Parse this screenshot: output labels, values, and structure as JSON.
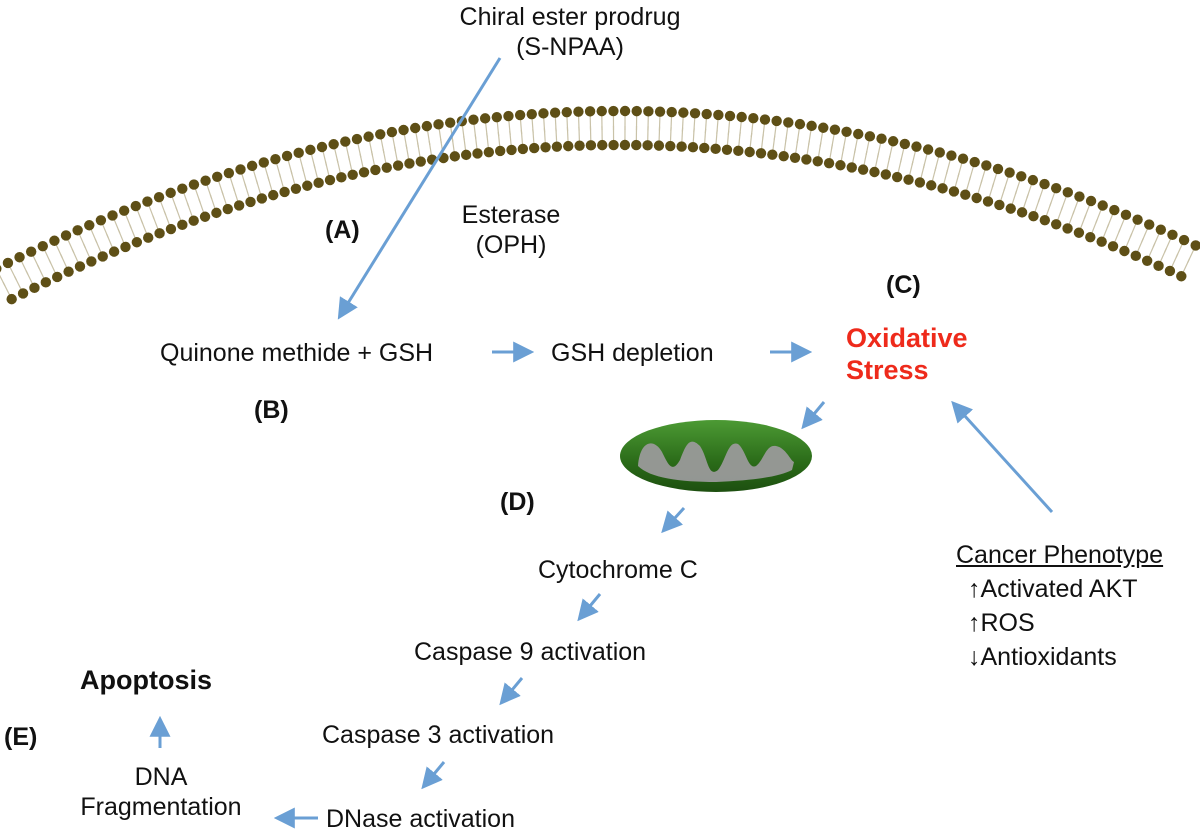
{
  "prodrug": {
    "line1": "Chiral ester prodrug",
    "line2": "(S-NPAA)"
  },
  "esterase": {
    "line1": "Esterase",
    "line2": "(OPH)"
  },
  "steps": {
    "a": "(A)",
    "b": "(B)",
    "c": "(C)",
    "d": "(D)",
    "e": "(E)"
  },
  "nodes": {
    "quinone": "Quinone methide + GSH",
    "gsh_depletion": "GSH depletion",
    "oxidative_1": "Oxidative",
    "oxidative_2": "Stress",
    "cytochrome": "Cytochrome C",
    "caspase9": "Caspase 9 activation",
    "caspase3": "Caspase 3 activation",
    "dnase": "DNase activation",
    "dna_1": "DNA",
    "dna_2": "Fragmentation",
    "apoptosis": "Apoptosis"
  },
  "phenotype": {
    "title": "Cancer Phenotype",
    "items": [
      {
        "arrow": "↑",
        "label": "Activated AKT"
      },
      {
        "arrow": "↑",
        "label": "ROS"
      },
      {
        "arrow": "↓",
        "label": "Antioxidants"
      }
    ]
  },
  "colors": {
    "arrow": "#6a9fd4",
    "membrane_head": "#5e4f16",
    "mito_outer": "#2f7a1f",
    "mito_inner": "#9a9a9a",
    "oxidative": "#ee2a1b"
  }
}
